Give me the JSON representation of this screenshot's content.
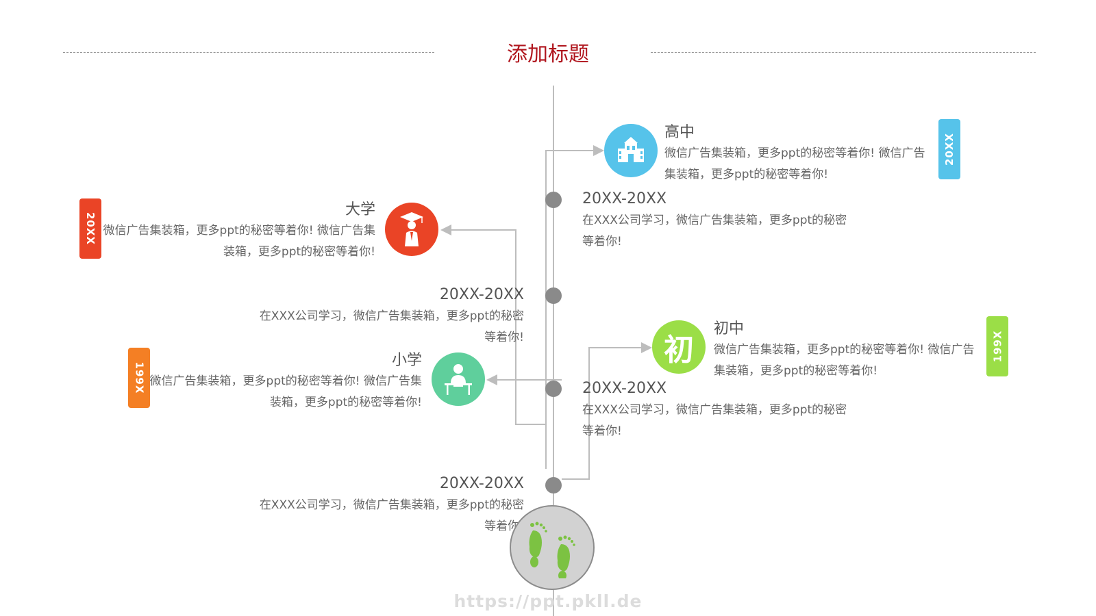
{
  "title": "添加标题",
  "colors": {
    "title": "#b0161e",
    "university": "#ea4426",
    "high_school": "#56c3ea",
    "middle_school": "#9bde47",
    "primary_school": "#5fcf9c",
    "tag_orange": "#f47f24",
    "footprints": "#7cc242",
    "timeline": "#bdbdbd",
    "dot": "#8a8a8a"
  },
  "timeline": [
    {
      "year": "20XX-20XX",
      "text": "在XXX公司学习，微信广告集装箱，更多ppt的秘密等着你!"
    },
    {
      "year": "20XX-20XX",
      "text": "在XXX公司学习，微信广告集装箱，更多ppt的秘密等着你!"
    },
    {
      "year": "20XX-20XX",
      "text": "在XXX公司学习，微信广告集装箱，更多ppt的秘密等着你!"
    },
    {
      "year": "20XX-20XX",
      "text": "在XXX公司学习，微信广告集装箱，更多ppt的秘密等着你!"
    }
  ],
  "stages": {
    "high_school": {
      "title": "高中",
      "text": "微信广告集装箱，更多ppt的秘密等着你! 微信广告集装箱，更多ppt的秘密等着你!",
      "tag": "20XX",
      "icon": "school-building-icon"
    },
    "university": {
      "title": "大学",
      "text": "微信广告集装箱，更多ppt的秘密等着你! 微信广告集装箱，更多ppt的秘密等着你!",
      "tag": "20XX",
      "icon": "graduate-icon"
    },
    "primary_school": {
      "title": "小学",
      "text": "微信广告集装箱，更多ppt的秘密等着你! 微信广告集装箱，更多ppt的秘密等着你!",
      "tag": "199X",
      "icon": "student-desk-icon"
    },
    "middle_school": {
      "title": "初中",
      "text": "微信广告集装箱，更多ppt的秘密等着你! 微信广告集装箱，更多ppt的秘密等着你!",
      "tag": "199X",
      "icon_char": "初"
    }
  },
  "watermark": "https://ppt.pkll.de"
}
